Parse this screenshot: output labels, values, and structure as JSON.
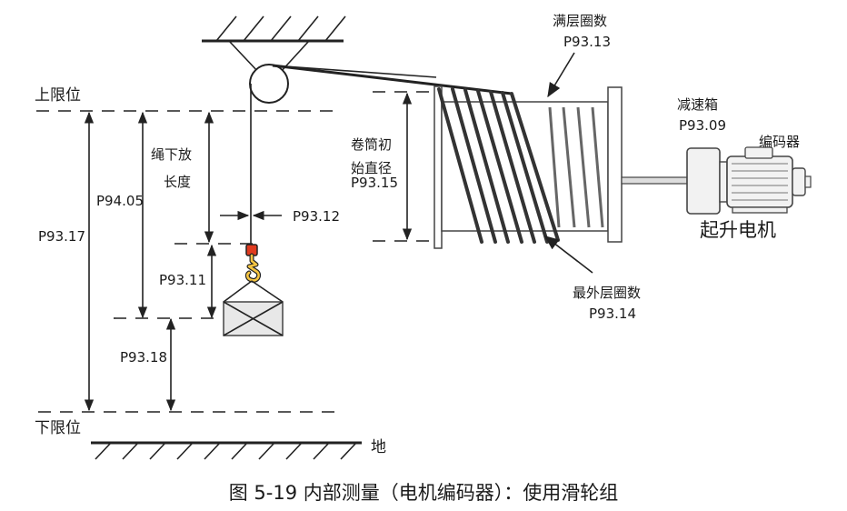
{
  "labels": {
    "upper_limit": "上限位",
    "lower_limit": "下限位",
    "ground": "地",
    "rope_length_line1": "绳下放",
    "rope_length_line2": "长度",
    "p9317": "P93.17",
    "p9405": "P94.05",
    "p9312": "P93.12",
    "p9311": "P93.11",
    "p9318": "P93.18",
    "drum_dia_line1": "卷筒初",
    "drum_dia_line2": "始直径",
    "p9315": "P93.15",
    "full_layer_line1": "满层圈数",
    "full_layer_line2": "P93.13",
    "outer_layer_line1": "最外层圈数",
    "outer_layer_line2": "P93.14",
    "gearbox_line1": "减速箱",
    "gearbox_line2": "P93.09",
    "encoder": "编码器",
    "hoist_motor": "起升电机"
  },
  "caption": "图  5-19  内部测量（电机编码器）：使用滑轮组",
  "colors": {
    "hook": "#f5c542",
    "hook_top": "#e03b1f",
    "hook_dark": "#222222",
    "load_fill": "#e8e8e8",
    "motor_fill": "#f2f2f2",
    "drum_fill": "#ffffff"
  }
}
